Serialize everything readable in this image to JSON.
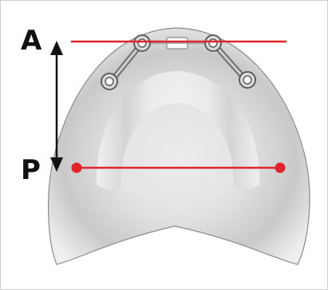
{
  "labels": {
    "anterior": "A",
    "posterior": "P"
  },
  "colors": {
    "reference_line": "#e0252c",
    "arrow": "#111111",
    "outline": "#8a8a8a",
    "frame_border": "#cfcfcf"
  },
  "icons": {
    "arrow": "double-headed-vertical-arrow",
    "screw": "screw-head-icon"
  }
}
